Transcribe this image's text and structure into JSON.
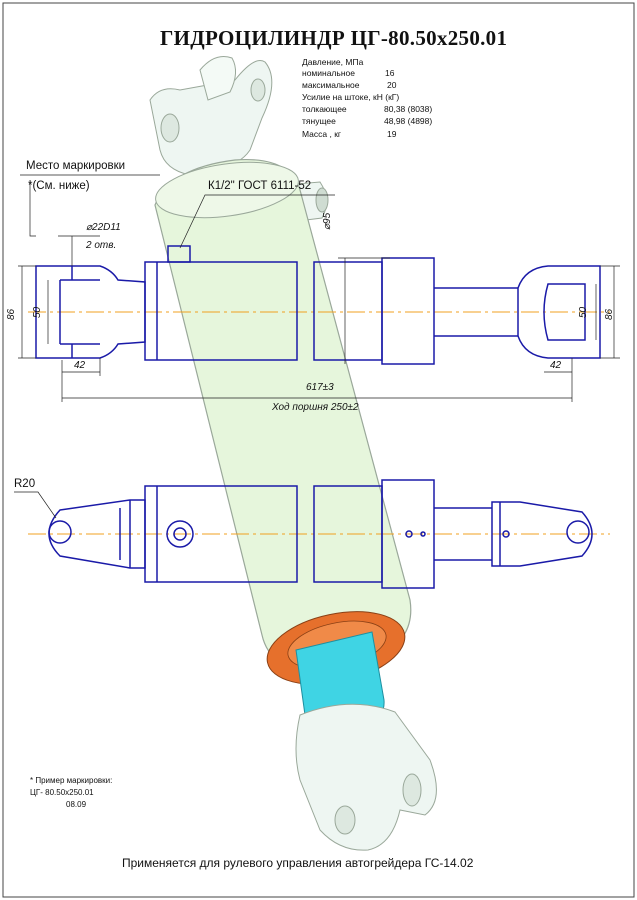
{
  "title": "ГИДРОЦИЛИНДР ЦГ-80.50х250.01",
  "specs": {
    "pressure_heading": "Давление, МПа",
    "nominal_label": "номинальное",
    "nominal_value": "16",
    "max_label": "максимальное",
    "max_value": "20",
    "force_heading": "Усилие на штоке, кН (кГ)",
    "push_label": "толкающее",
    "push_value": "80,38 (8038)",
    "pull_label": "тянущее",
    "pull_value": "48,98 (4898)",
    "mass_label": "Масса , кг",
    "mass_value": "19"
  },
  "labels": {
    "marking_place": "Место маркировки",
    "see_below": "*(См. ниже)",
    "port_thread": "К1/2\" ГОСТ 6111-52",
    "hole_dia": "⌀22D11",
    "holes_count": "2 отв.",
    "bore_dia": "⌀95",
    "height_left": "86",
    "height_right": "86",
    "slot_left": "50",
    "slot_right": "50",
    "offset_left": "42",
    "offset_right": "42",
    "overall_length": "617±3",
    "stroke": "Ход поршня 250±2",
    "radius": "R20"
  },
  "marking_example": {
    "heading": "* Пример маркировки:",
    "code": "ЦГ- 80.50х250.01",
    "date": "08.09"
  },
  "footer": "Применяется для рулевого управления автогрейдера ГС-14.02",
  "colors": {
    "cylinder_body": "#e6f6dc",
    "cylinder_outline": "#9aa89a",
    "rod": "#3fd4e4",
    "seal": "#e6702c",
    "fitting": "#eef6f2",
    "drawing_line": "#1a1aa8",
    "center_line": "#f0a020",
    "dim_line": "#222222"
  }
}
